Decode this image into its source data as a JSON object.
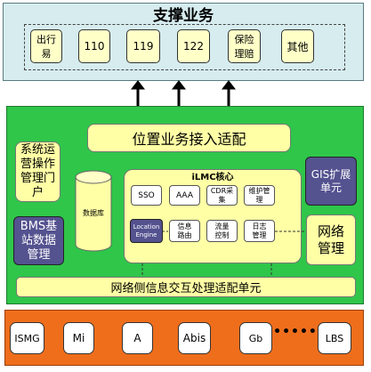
{
  "top": {
    "title": "支撑业务",
    "items": [
      "出行易",
      "110",
      "119",
      "122",
      "保险理赔",
      "其他"
    ]
  },
  "location_adapter": "位置业务接入适配",
  "portal": "系统运营操作管理门户",
  "database": "数据库",
  "bms": "BMS基站数据管理",
  "core": {
    "title": "iLMC核心",
    "boxes": [
      "SSO",
      "AAA",
      "CDR采集",
      "维护管理",
      "Location Engine",
      "信息路由",
      "流量控制",
      "日志管理"
    ]
  },
  "gis": "GIS扩展单元",
  "netmgmt": "网络管理",
  "network_adapter": "网络侧信息交互处理适配单元",
  "bottom": {
    "items": [
      "ISMG",
      "Mi",
      "A",
      "Abis",
      "Gb",
      "LBS"
    ],
    "ellipsis": "•••••"
  }
}
